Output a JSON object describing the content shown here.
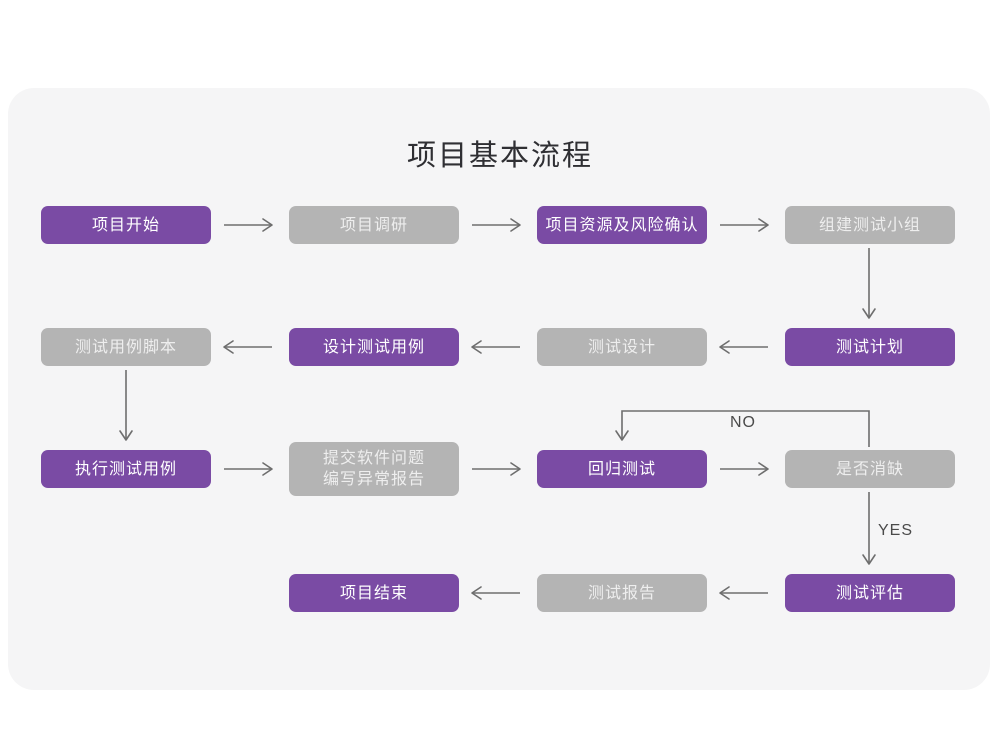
{
  "page": {
    "background": "#ffffff",
    "card_background": "#f5f5f6"
  },
  "title": "项目基本流程",
  "colors": {
    "purple": "#7a4ba4",
    "gray": "#b4b4b4",
    "purple_text": "#ffffff",
    "gray_text": "#eeeeee",
    "connector": "#6e6e6e",
    "title_text": "#2f2f33"
  },
  "flow": {
    "rows": [
      {
        "name": "row-1",
        "nodes": [
          {
            "id": "n1",
            "label": "项目开始",
            "style": "purple"
          },
          {
            "id": "n2",
            "label": "项目调研",
            "style": "gray"
          },
          {
            "id": "n3",
            "label": "项目资源及风险确认",
            "style": "purple"
          },
          {
            "id": "n4",
            "label": "组建测试小组",
            "style": "gray"
          }
        ]
      },
      {
        "name": "row-2",
        "nodes": [
          {
            "id": "n5",
            "label": "测试用例脚本",
            "style": "gray"
          },
          {
            "id": "n6",
            "label": "设计测试用例",
            "style": "purple"
          },
          {
            "id": "n7",
            "label": "测试设计",
            "style": "gray"
          },
          {
            "id": "n8",
            "label": "测试计划",
            "style": "purple"
          }
        ]
      },
      {
        "name": "row-3",
        "nodes": [
          {
            "id": "n9",
            "label": "执行测试用例",
            "style": "purple"
          },
          {
            "id": "n10",
            "label": "提交软件问题\n编写异常报告",
            "style": "gray"
          },
          {
            "id": "n11",
            "label": "回归测试",
            "style": "purple"
          },
          {
            "id": "n12",
            "label": "是否消缺",
            "style": "gray"
          }
        ]
      },
      {
        "name": "row-4",
        "nodes": [
          {
            "id": "n13",
            "label": "项目结束",
            "style": "purple"
          },
          {
            "id": "n14",
            "label": "测试报告",
            "style": "gray"
          },
          {
            "id": "n15",
            "label": "测试评估",
            "style": "purple"
          }
        ]
      }
    ],
    "edge_labels": [
      {
        "id": "e-no",
        "text": "NO"
      },
      {
        "id": "e-yes",
        "text": "YES"
      }
    ]
  }
}
